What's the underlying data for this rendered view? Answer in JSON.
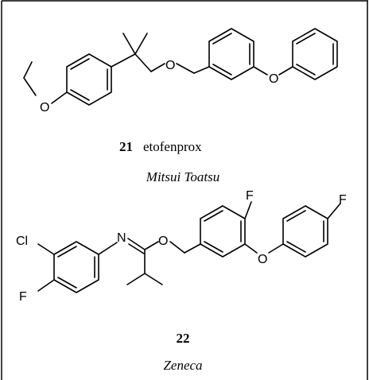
{
  "compound_21": {
    "number": "21",
    "name": "etofenprox",
    "company": "Mitsui Toatsu",
    "atoms": {
      "o_ether_left": "O",
      "o_ether_mid": "O",
      "o_ether_right": "O"
    }
  },
  "compound_22": {
    "number": "22",
    "company": "Zeneca",
    "atoms": {
      "cl": "Cl",
      "f_left": "F",
      "n": "N",
      "o_imidate": "O",
      "f_top": "F",
      "o_aryl": "O",
      "f_right": "F"
    }
  }
}
